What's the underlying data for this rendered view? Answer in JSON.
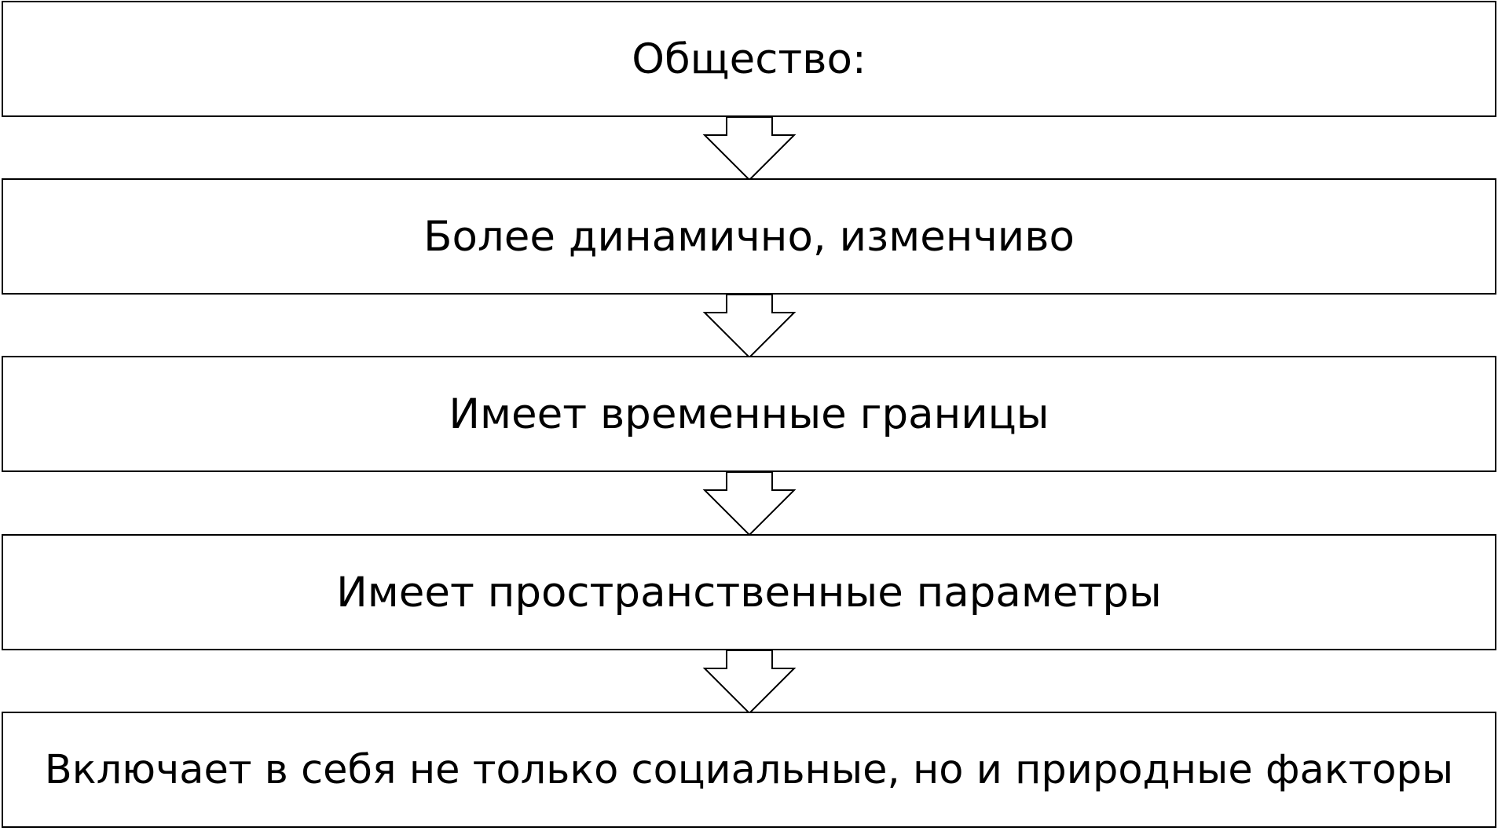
{
  "flowchart": {
    "boxes": [
      {
        "text": "Общество:"
      },
      {
        "text": "Более динамично, изменчиво"
      },
      {
        "text": "Имеет временные границы"
      },
      {
        "text": "Имеет пространственные параметры"
      },
      {
        "text": "Включает в себя не только социальные, но и природные факторы"
      }
    ]
  },
  "colors": {
    "border": "#000000",
    "fill": "#ffffff",
    "text": "#000000"
  },
  "icons": {
    "connector": "down-arrow-icon"
  }
}
